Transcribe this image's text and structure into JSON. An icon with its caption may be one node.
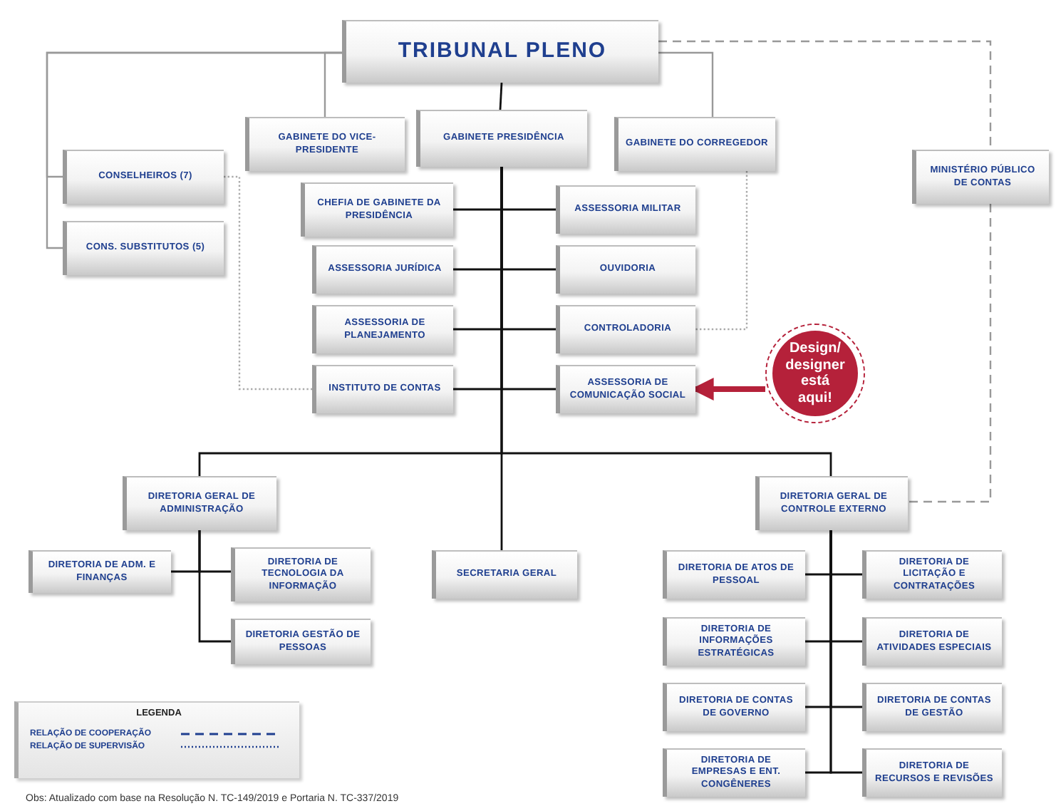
{
  "diagram": {
    "caption": "Obs: Atualizado com base na Resolução N. TC-149/2019 e Portaria N. TC-337/2019",
    "nodes": [
      {
        "text": [
          "TRIBUNAL PLENO"
        ]
      },
      {
        "text": [
          "GABINETE DO VICE-PRESIDENTE"
        ]
      },
      {
        "text": [
          "GABINETE PRESIDÊNCIA"
        ]
      },
      {
        "text": [
          "GABINETE DO CORREGEDOR"
        ]
      },
      {
        "text": [
          "MINISTÉRIO PÚBLICO DE CONTAS"
        ]
      },
      {
        "text": [
          "CONSELHEIROS (7)"
        ]
      },
      {
        "text": [
          "CONS. SUBSTITUTOS (5)"
        ]
      },
      {
        "text": [
          "CHEFIA DE GABINETE DA PRESIDÊNCIA"
        ]
      },
      {
        "text": [
          "ASSESSORIA JURÍDICA"
        ]
      },
      {
        "text": [
          "ASSESSORIA DE PLANEJAMENTO"
        ]
      },
      {
        "text": [
          "INSTITUTO DE CONTAS"
        ]
      },
      {
        "text": [
          "ASSESSORIA MILITAR"
        ]
      },
      {
        "text": [
          "OUVIDORIA"
        ]
      },
      {
        "text": [
          "CONTROLADORIA"
        ]
      },
      {
        "text": [
          "ASSESSORIA DE COMUNICAÇÃO SOCIAL"
        ]
      },
      {
        "text": [
          "Design/ designer está aqui!"
        ]
      },
      {
        "text": [
          "DIRETORIA GERAL DE ADMINISTRAÇÃO"
        ]
      },
      {
        "text": [
          "DIRETORIA DE ADM. E FINANÇAS"
        ]
      },
      {
        "text": [
          "DIRETORIA DE TECNOLOGIA DA INFORMAÇÃO"
        ]
      },
      {
        "text": [
          "DIRETORIA GESTÃO DE PESSOAS"
        ]
      },
      {
        "text": [
          "SECRETARIA GERAL"
        ]
      },
      {
        "text": [
          "DIRETORIA GERAL DE CONTROLE EXTERNO"
        ]
      },
      {
        "text": [
          "DIRETORIA DE ATOS DE PESSOAL"
        ]
      },
      {
        "text": [
          "DIRETORIA DE LICITAÇÃO E CONTRATAÇÕES"
        ]
      },
      {
        "text": [
          "DIRETORIA DE INFORMAÇÕES ESTRATÉGICAS"
        ]
      },
      {
        "text": [
          "DIRETORIA DE ATIVIDADES ESPECIAIS"
        ]
      },
      {
        "text": [
          "DIRETORIA DE CONTAS DE GOVERNO"
        ]
      },
      {
        "text": [
          "DIRETORIA DE CONTAS DE GESTÃO"
        ]
      },
      {
        "text": [
          "DIRETORIA DE EMPRESAS E ENT. CONGÊNERES"
        ]
      },
      {
        "text": [
          "DIRETORIA DE RECURSOS E REVISÕES"
        ]
      }
    ],
    "edges": [
      {
        "from": 0,
        "to": 2,
        "arrow": "none"
      },
      {
        "from": 0,
        "to": 1,
        "arrow": "none",
        "color": "#999999"
      },
      {
        "from": 0,
        "to": 5,
        "arrow": "none",
        "color": "#999999"
      },
      {
        "from": 0,
        "to": 6,
        "arrow": "none",
        "color": "#999999"
      },
      {
        "from": 0,
        "to": 3,
        "arrow": "none",
        "color": "#999999"
      },
      {
        "from": 0,
        "to": 4,
        "arrow": "none",
        "style": "dashed",
        "color": "#999999"
      },
      {
        "from": 2,
        "to": 7,
        "arrow": "none"
      },
      {
        "from": 2,
        "to": 8,
        "arrow": "none"
      },
      {
        "from": 2,
        "to": 9,
        "arrow": "none"
      },
      {
        "from": 2,
        "to": 10,
        "arrow": "none"
      },
      {
        "from": 2,
        "to": 11,
        "arrow": "none"
      },
      {
        "from": 2,
        "to": 12,
        "arrow": "none"
      },
      {
        "from": 2,
        "to": 13,
        "arrow": "none"
      },
      {
        "from": 2,
        "to": 14,
        "arrow": "none"
      },
      {
        "from": 2,
        "to": 16,
        "arrow": "none"
      },
      {
        "from": 2,
        "to": 20,
        "arrow": "none"
      },
      {
        "from": 2,
        "to": 21,
        "arrow": "none"
      },
      {
        "from": 4,
        "to": 21,
        "arrow": "none",
        "style": "dashed",
        "color": "#999999"
      },
      {
        "from": 5,
        "to": 10,
        "arrow": "none",
        "style": "dashed",
        "color": "#aaaaaa"
      },
      {
        "from": 3,
        "to": 13,
        "arrow": "none",
        "style": "dashed",
        "color": "#aaaaaa"
      },
      {
        "from": 15,
        "to": 14,
        "arrow": "to",
        "style": "thick",
        "color": "#b5213a"
      },
      {
        "from": 16,
        "to": 17,
        "arrow": "none"
      },
      {
        "from": 16,
        "to": 18,
        "arrow": "none"
      },
      {
        "from": 16,
        "to": 19,
        "arrow": "none"
      },
      {
        "from": 21,
        "to": 22,
        "arrow": "none"
      },
      {
        "from": 21,
        "to": 23,
        "arrow": "none"
      },
      {
        "from": 21,
        "to": 24,
        "arrow": "none"
      },
      {
        "from": 21,
        "to": 25,
        "arrow": "none"
      },
      {
        "from": 21,
        "to": 26,
        "arrow": "none"
      },
      {
        "from": 21,
        "to": 27,
        "arrow": "none"
      },
      {
        "from": 21,
        "to": 28,
        "arrow": "none"
      },
      {
        "from": 21,
        "to": 29,
        "arrow": "none"
      }
    ],
    "labels": [
      "LEGENDA"
    ],
    "legend": [
      {
        "text": "RELAÇÃO DE COOPERAÇÃO"
      },
      {
        "text": "RELAÇÃO DE SUPERVISÃO"
      }
    ]
  }
}
